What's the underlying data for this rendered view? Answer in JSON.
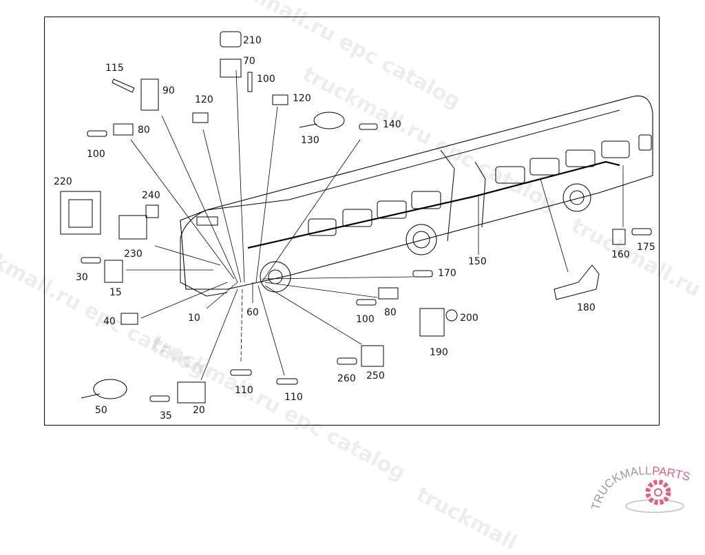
{
  "diagram": {
    "subject": "Articulated bus electrical wiring parts",
    "callouts": [
      {
        "id": "c210",
        "text": "210"
      },
      {
        "id": "c70",
        "text": "70"
      },
      {
        "id": "c100a",
        "text": "100"
      },
      {
        "id": "c115",
        "text": "115"
      },
      {
        "id": "c90",
        "text": "90"
      },
      {
        "id": "c120a",
        "text": "120"
      },
      {
        "id": "c120b",
        "text": "120"
      },
      {
        "id": "c130",
        "text": "130"
      },
      {
        "id": "c140",
        "text": "140"
      },
      {
        "id": "c80a",
        "text": "80"
      },
      {
        "id": "c100b",
        "text": "100"
      },
      {
        "id": "c220",
        "text": "220"
      },
      {
        "id": "c240",
        "text": "240"
      },
      {
        "id": "c230",
        "text": "230"
      },
      {
        "id": "c30",
        "text": "30"
      },
      {
        "id": "c15",
        "text": "15"
      },
      {
        "id": "c40",
        "text": "40"
      },
      {
        "id": "c10",
        "text": "10"
      },
      {
        "id": "c60",
        "text": "60"
      },
      {
        "id": "c150",
        "text": "150"
      },
      {
        "id": "c160",
        "text": "160"
      },
      {
        "id": "c175",
        "text": "175"
      },
      {
        "id": "c170",
        "text": "170"
      },
      {
        "id": "c180",
        "text": "180"
      },
      {
        "id": "c100c",
        "text": "100"
      },
      {
        "id": "c80b",
        "text": "80"
      },
      {
        "id": "c200",
        "text": "200"
      },
      {
        "id": "c190",
        "text": "190"
      },
      {
        "id": "c260",
        "text": "260"
      },
      {
        "id": "c250",
        "text": "250"
      },
      {
        "id": "c110a",
        "text": "110"
      },
      {
        "id": "c110b",
        "text": "110"
      },
      {
        "id": "c50",
        "text": "50"
      },
      {
        "id": "c35",
        "text": "35"
      },
      {
        "id": "c20",
        "text": "20"
      }
    ]
  },
  "watermarks": [
    "truckmall.ru epc catalog",
    "truckmall.ru epc catalog",
    "truckmall.ru epc catalog",
    "truckmall.ru epc catalog"
  ],
  "logo": {
    "text_dark": "TRUCKMALL",
    "text_accent": "PARTS",
    "accent_color": "#e0607e",
    "dark_color": "#9a9a9a"
  }
}
